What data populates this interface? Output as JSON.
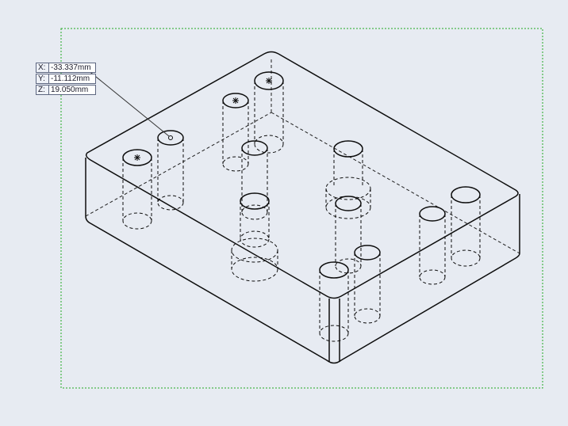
{
  "coordinate_readout": {
    "x_label": "X:",
    "x_value": "-33.337mm",
    "y_label": "Y:",
    "y_value": "-11.112mm",
    "z_label": "Z:",
    "z_value": "19.050mm"
  },
  "colors": {
    "background": "#e7ebf2",
    "model_edges": "#0d0d0d",
    "hidden_edges": "#1f1f1f",
    "bounding_box": "#22aa22",
    "readout_border": "#5d6680"
  },
  "model": {
    "display_mode": "hidden-lines-visible",
    "part": "rectangular-block-with-holes",
    "hole_count": 13
  },
  "icons": {
    "hole_center_marker": "asterisk-icon",
    "picked_point": "point-icon"
  }
}
